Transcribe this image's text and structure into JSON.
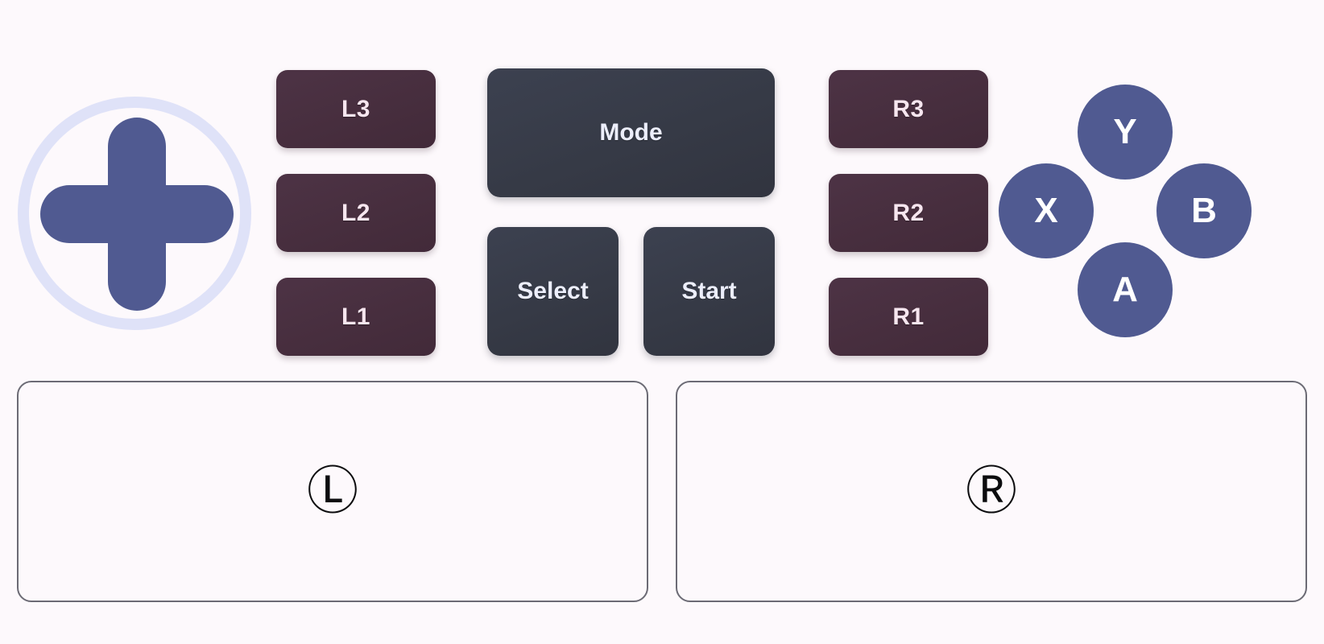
{
  "app": {
    "title": "Virtual Gamepad Overlay",
    "background_color": "#fdf9fc"
  },
  "colors": {
    "background": "#fdf9fc",
    "dpad_fill": "#505a91",
    "dpad_ring": "#dfe2f8",
    "shoulder_fill": "#472e3e",
    "shoulder_text": "#f7e6ef",
    "center_fill": "#363a46",
    "center_text": "#eceefb",
    "face_fill": "#505a91",
    "face_text": "#ffffff",
    "panel_border": "#6c6b75"
  },
  "dpad": {
    "icon": "dpad-cross-icon",
    "ring_icon": "dpad-ring-icon"
  },
  "shoulders": {
    "left": [
      {
        "key": "l3",
        "label": "L3"
      },
      {
        "key": "l2",
        "label": "L2"
      },
      {
        "key": "l1",
        "label": "L1"
      }
    ],
    "right": [
      {
        "key": "r3",
        "label": "R3"
      },
      {
        "key": "r2",
        "label": "R2"
      },
      {
        "key": "r1",
        "label": "R1"
      }
    ]
  },
  "center": {
    "mode_label": "Mode",
    "select_label": "Select",
    "start_label": "Start"
  },
  "face_buttons": [
    {
      "key": "y",
      "label": "Y",
      "position": "top"
    },
    {
      "key": "x",
      "label": "X",
      "position": "left"
    },
    {
      "key": "b",
      "label": "B",
      "position": "right"
    },
    {
      "key": "a",
      "label": "A",
      "position": "bottom"
    }
  ],
  "panels": {
    "left": {
      "name": "left-analog-touch-area",
      "glyph": "Ⓛ",
      "glyph_name": "circled-l-icon"
    },
    "right": {
      "name": "right-analog-touch-area",
      "glyph": "Ⓡ",
      "glyph_name": "circled-r-icon"
    }
  }
}
